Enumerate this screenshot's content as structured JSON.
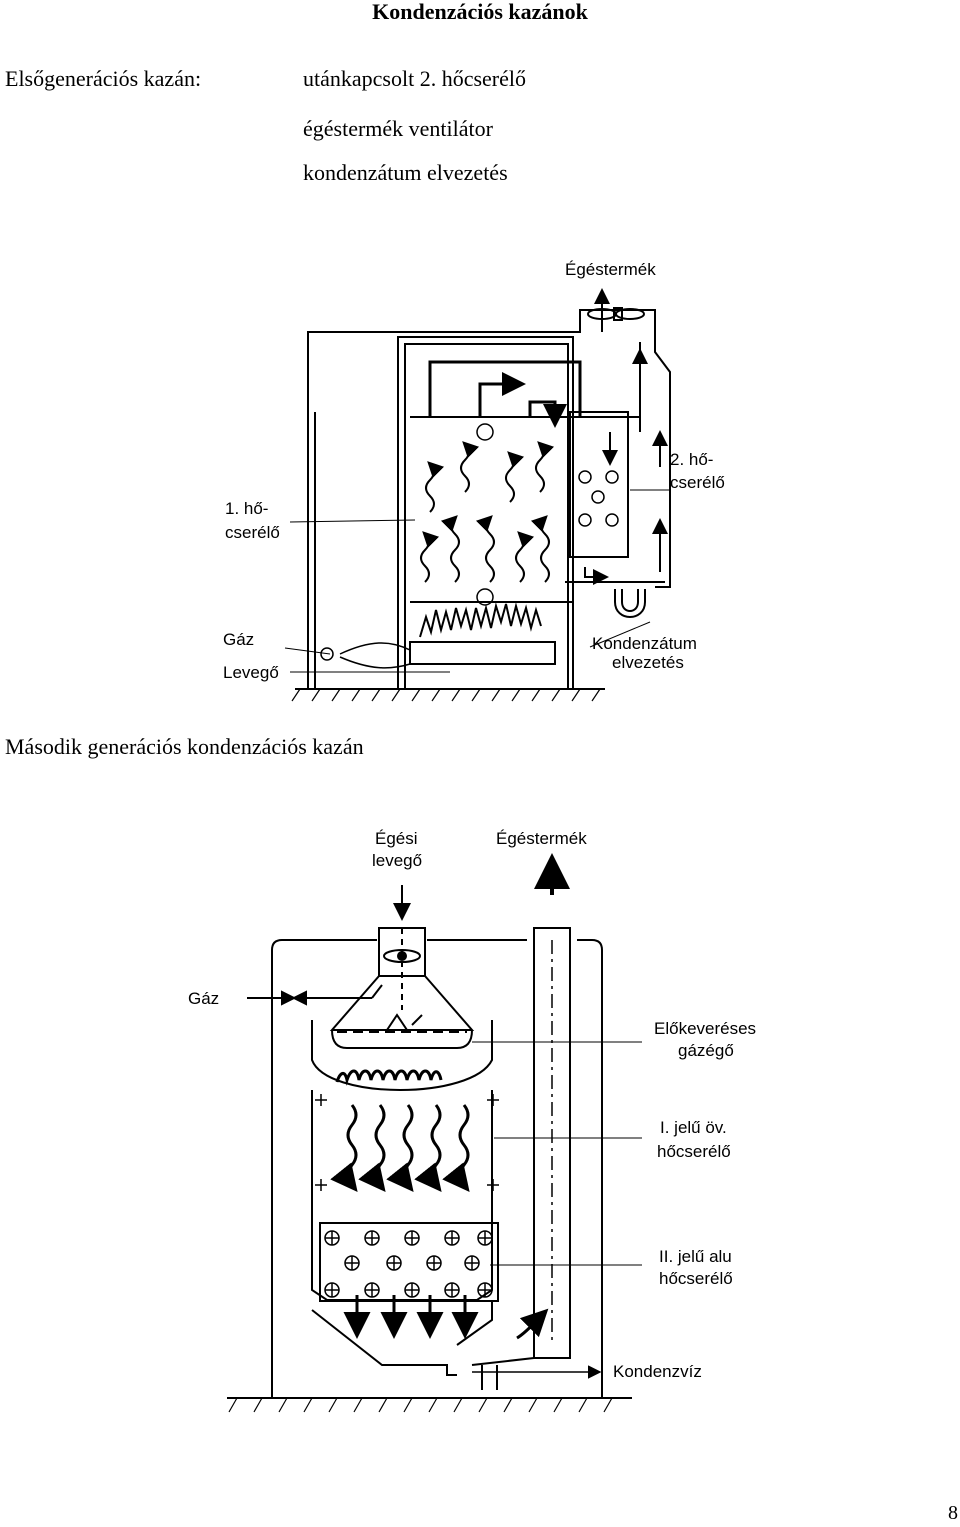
{
  "page": {
    "title": "Kondenzációs kazánok",
    "page_number": "8"
  },
  "gen1": {
    "label": "Elsőgenerációs kazán:",
    "features": [
      "utánkapcsolt 2. hőcserélő",
      "égéstermék ventilátor",
      "kondenzátum elvezetés"
    ],
    "figure": {
      "flue": "Égéstermék",
      "hx2_line1": "2. hő-",
      "hx2_line2": "cserélő",
      "hx1_line1": "1. hő-",
      "hx1_line2": "cserélő",
      "gas": "Gáz",
      "air": "Levegő",
      "cond_line1": "Kondenzátum",
      "cond_line2": "elvezetés"
    }
  },
  "gen2": {
    "title": "Második generációs kondenzációs kazán",
    "figure": {
      "air_line1": "Égési",
      "air_line2": "levegő",
      "flue": "Égéstermék",
      "gas": "Gáz",
      "burner_line1": "Előkeveréses",
      "burner_line2": "gázégő",
      "hx1_line1": "I. jelű öv.",
      "hx1_line2": "hőcserélő",
      "hx2_line1": "II. jelű alu",
      "hx2_line2": "hőcserélő",
      "condensate": "Kondenzvíz"
    }
  }
}
